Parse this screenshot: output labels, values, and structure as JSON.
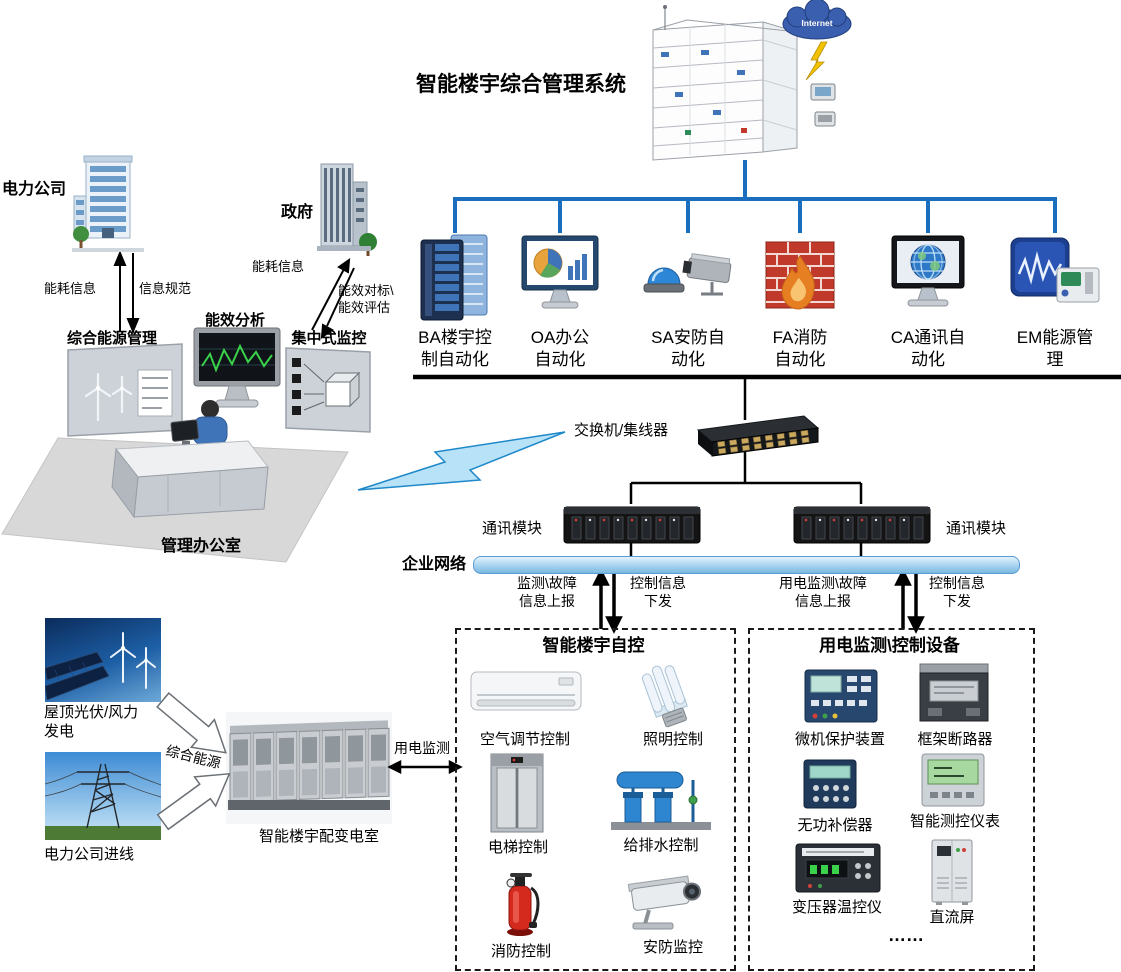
{
  "title": "智能楼宇综合管理系统",
  "internet_label": "Internet",
  "colors": {
    "connector_blue": "#1b6ebe",
    "network_bar_blue": "#9ccdec",
    "lightning_blue": "#b8e2f8"
  },
  "scene": {
    "power_company": "电力公司",
    "government": "政府",
    "energy_info_left": "能耗信息",
    "info_standard": "信息规范",
    "energy_info_gov": "能耗信息",
    "benchmark": "能效对标\\\n能效评估",
    "board_energy": "综合能源管理",
    "board_analysis": "能效分析",
    "board_monitor": "集中式监控",
    "office": "管理办公室"
  },
  "subsystems": [
    {
      "label": "BA楼宇控\n制自动化"
    },
    {
      "label": "OA办公\n自动化"
    },
    {
      "label": "SA安防自\n动化"
    },
    {
      "label": "FA消防\n自动化"
    },
    {
      "label": "CA通讯自\n动化"
    },
    {
      "label": "EM能源管\n理"
    }
  ],
  "network": {
    "switch": "交换机/集线器",
    "comm_left": "通讯模块",
    "comm_right": "通讯模块",
    "bus": "企业网络",
    "up_left": "监测\\故障\n信息上报",
    "down_left": "控制信息\n下发",
    "up_right": "用电监测\\故障\n信息上报",
    "down_right": "控制信息\n下发"
  },
  "auto_box": {
    "title": "智能楼宇自控",
    "items": [
      "空气调节控制",
      "照明控制",
      "电梯控制",
      "给排水控制",
      "消防控制",
      "安防监控"
    ]
  },
  "power_box": {
    "title": "用电监测\\控制设备",
    "items": [
      "微机保护装置",
      "框架断路器",
      "无功补偿器",
      "智能测控仪表",
      "变压器温控仪",
      "直流屏"
    ],
    "more": "……"
  },
  "supply": {
    "pv": "屋顶光伏/风力\n发电",
    "grid": "电力公司进线",
    "combined": "综合能源",
    "substation": "智能楼宇配变电室",
    "monitoring": "用电监测"
  }
}
